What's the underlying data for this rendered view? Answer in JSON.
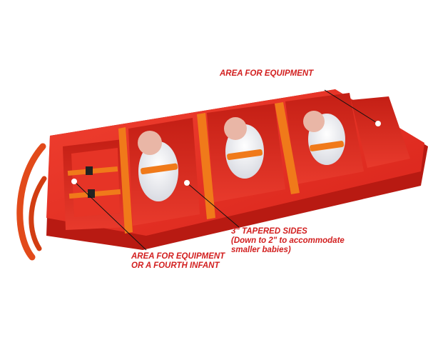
{
  "callouts": {
    "top": {
      "line1": "AREA FOR EQUIPMENT"
    },
    "mid": {
      "line1": "3\" TAPERED SIDES",
      "line2": "(Down to 2\" to accommodate",
      "line3": "smaller babies)"
    },
    "left": {
      "line1": "AREA FOR EQUIPMENT",
      "line2": "OR A FOURTH INFANT"
    }
  },
  "colors": {
    "bag": "#e8281c",
    "bag_dark": "#b81a12",
    "bag_light": "#f2523f",
    "strap": "#f07a1a",
    "text": "#d21f1f",
    "leader": "#111111"
  }
}
